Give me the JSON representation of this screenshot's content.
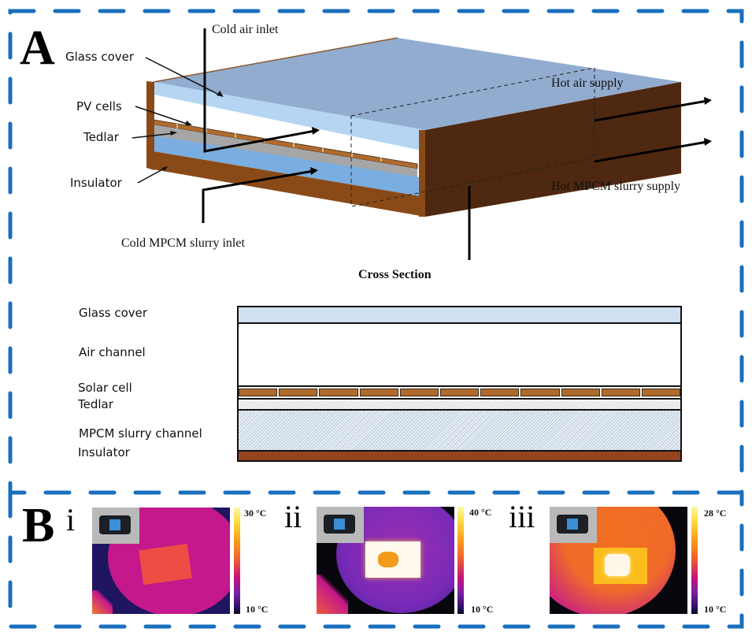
{
  "panel_a": {
    "letter": "A",
    "labels": {
      "glass_cover": "Glass cover",
      "pv_cells": "PV cells",
      "tedlar": "Tedlar",
      "insulator": "Insulator",
      "cold_air_inlet": "Cold air inlet",
      "cold_mpcm_inlet": "Cold MPCM slurry inlet",
      "hot_air_supply": "Hot air supply",
      "hot_mpcm_supply": "Hot MPCM slurry supply"
    },
    "cross_section": {
      "title": "Cross Section",
      "layers": [
        "Glass cover",
        "Air channel",
        "Solar cell",
        "Tedlar",
        "MPCM slurry channel",
        "Insulator"
      ],
      "solar_cell_count": 11
    },
    "colors": {
      "glass_top": "#92acd0",
      "glass_edge": "#b5d5f2",
      "pv_cell": "#b06b2c",
      "tedlar": "#a6a6a6",
      "mpcm_channel": "#7aaee0",
      "insulator": "#8a4a17",
      "insulator_dark": "#4e2810",
      "cs_glass": "#cfe0f1",
      "cs_insulator": "#96441e"
    }
  },
  "panel_b": {
    "letter": "B",
    "images": [
      {
        "label": "i",
        "max_temp": "30 °C",
        "min_temp": "10 °C"
      },
      {
        "label": "ii",
        "max_temp": "40 °C",
        "min_temp": "10 °C"
      },
      {
        "label": "iii",
        "max_temp": "28 °C",
        "min_temp": "10 °C"
      }
    ]
  },
  "frame_color": "#1a6fbd"
}
